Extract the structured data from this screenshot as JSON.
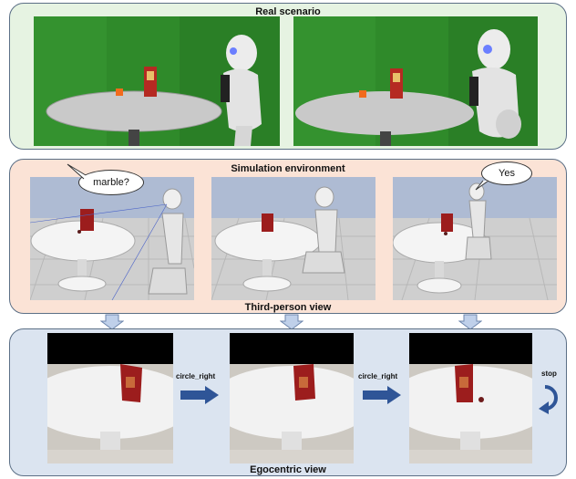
{
  "panels": {
    "real": {
      "title": "Real scenario"
    },
    "simulation": {
      "title": "Simulation environment",
      "footer": "Third-person view"
    },
    "egocentric": {
      "title": "Egocentric view"
    }
  },
  "bubbles": {
    "question": "marble?",
    "answer": "Yes"
  },
  "actions": {
    "step1": "circle_right",
    "step2": "circle_right",
    "final": "stop"
  },
  "colors": {
    "real_bg": "#e6f3e2",
    "sim_bg": "#fbe3d6",
    "ego_bg": "#dbe4f0",
    "arrow": "#2f5597"
  }
}
